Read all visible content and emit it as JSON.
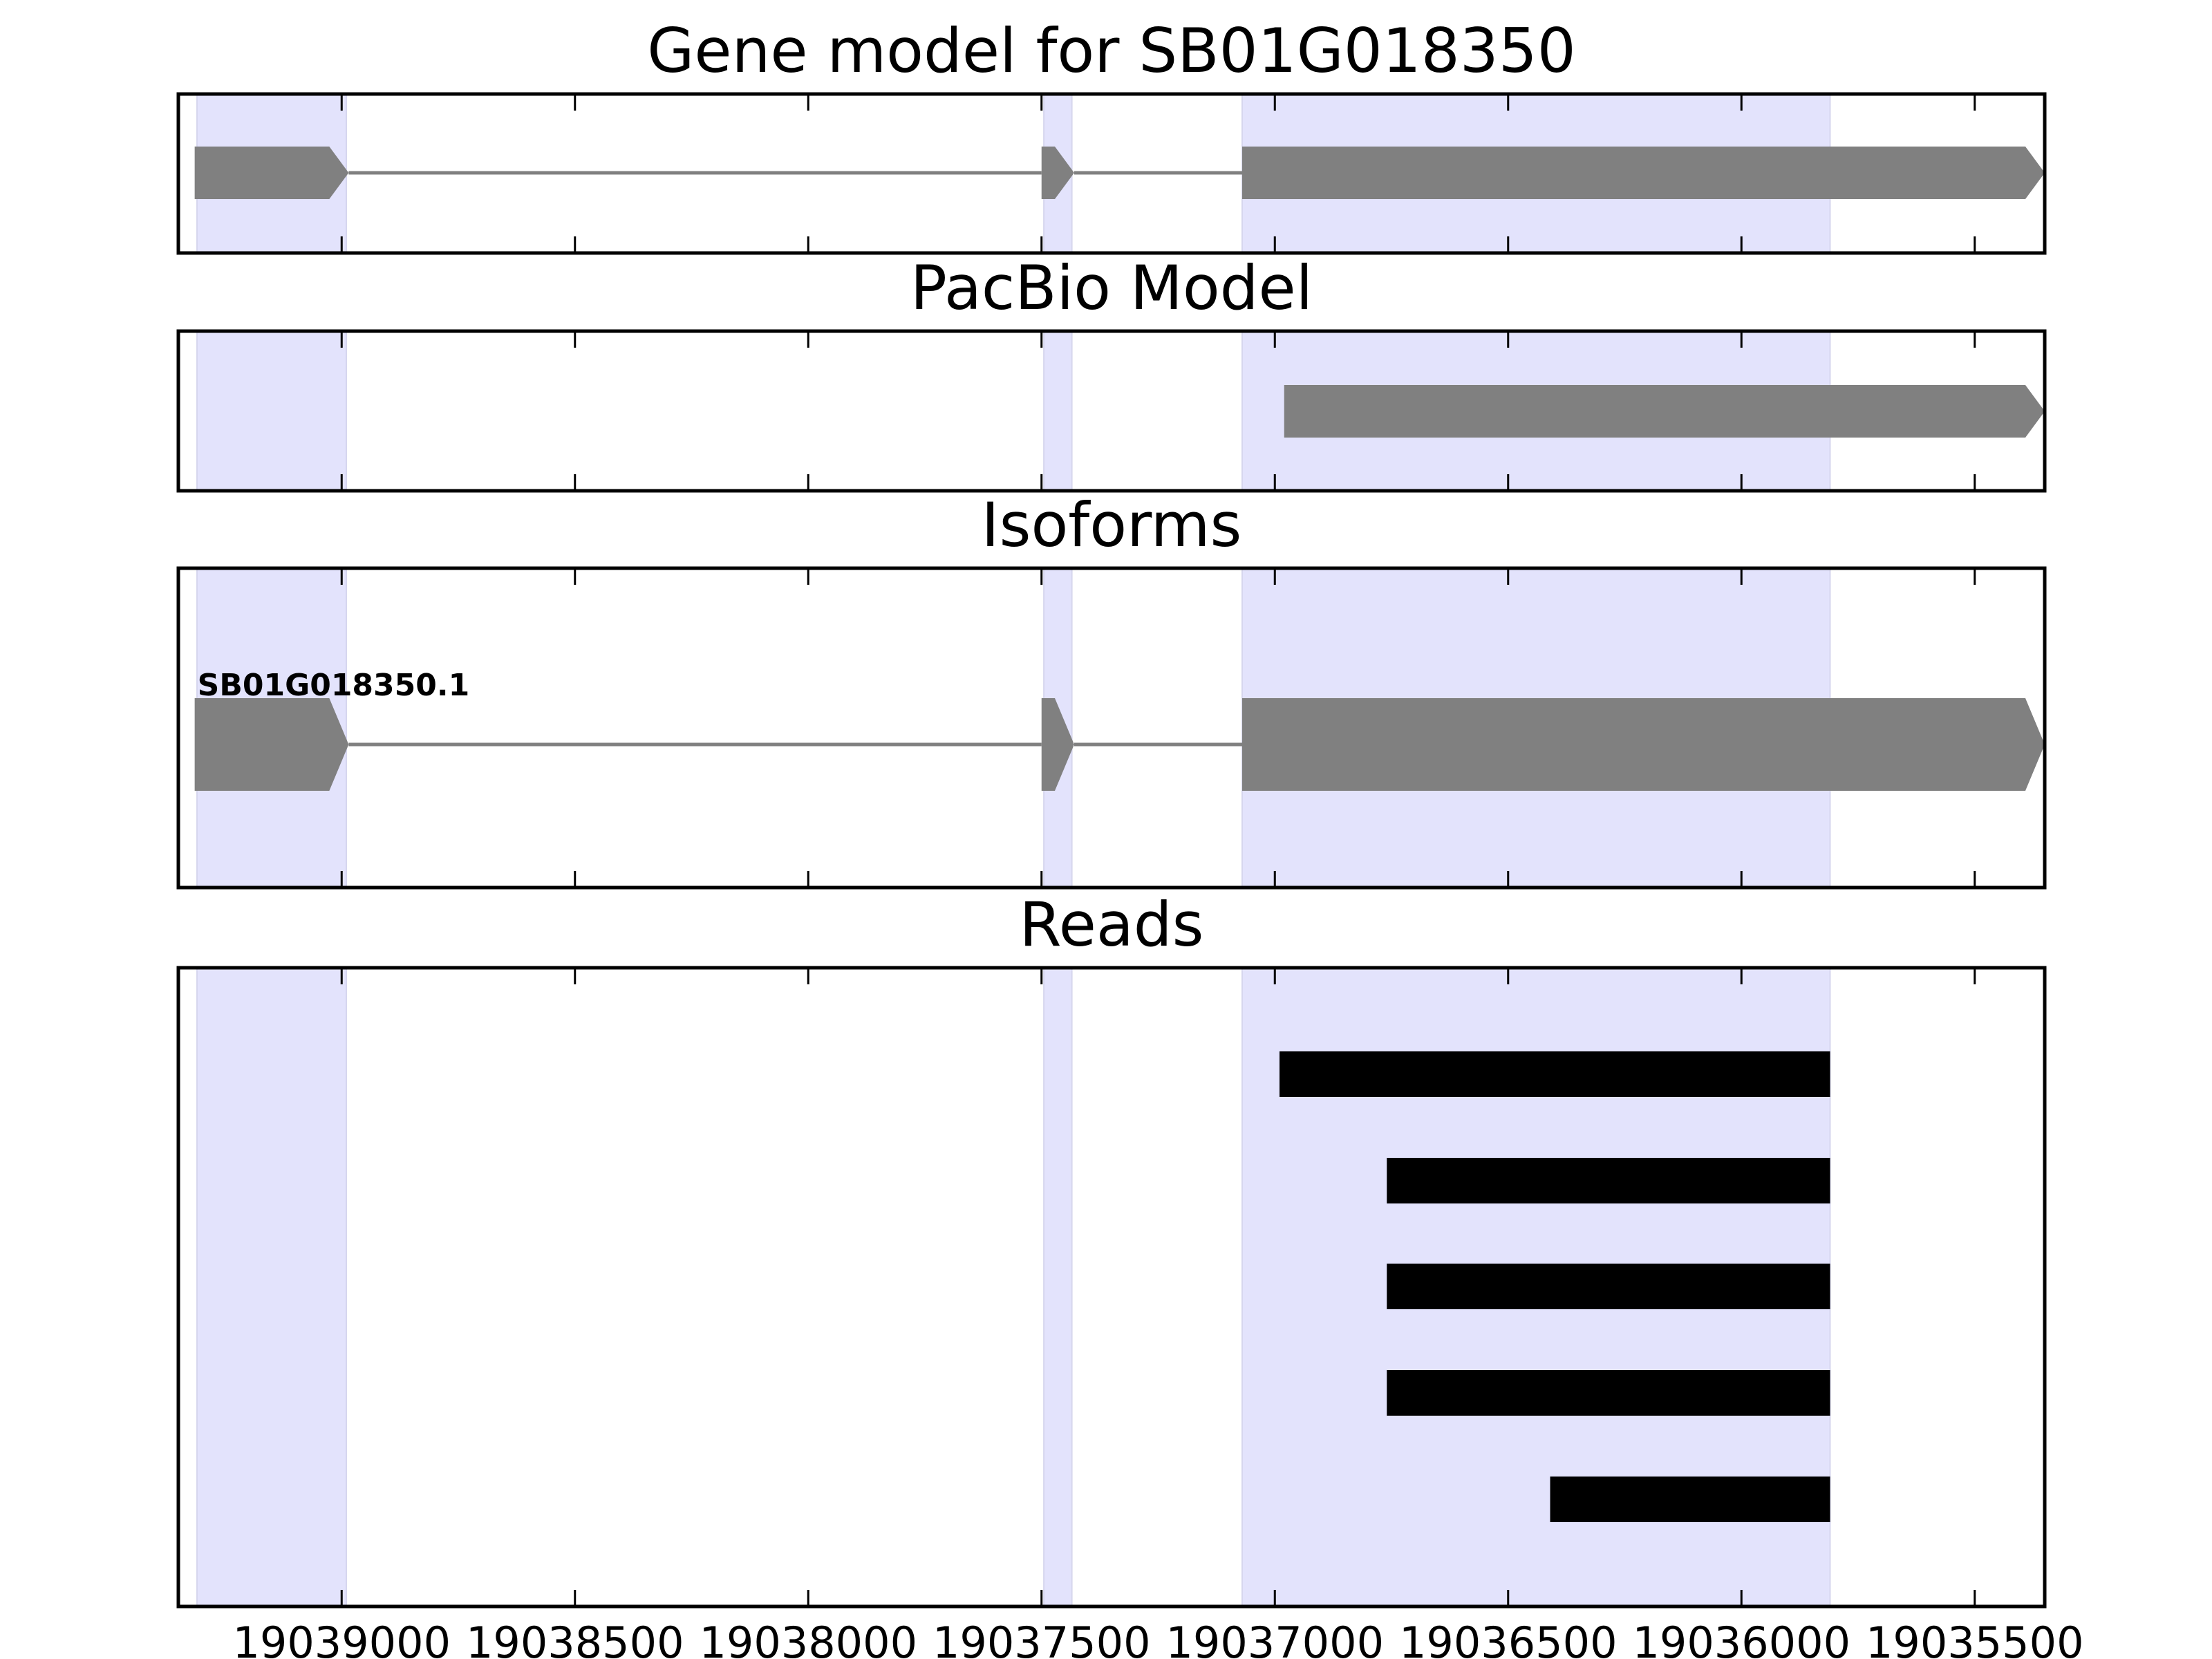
{
  "chart_data": {
    "type": "gene_model",
    "x_domain": [
      19039350,
      19035350
    ],
    "x_ticks": [
      19039000,
      19038500,
      19038000,
      19037500,
      19037000,
      19036500,
      19036000,
      19035500
    ],
    "x_tick_labels": [
      "19039000",
      "19038500",
      "19038000",
      "19037500",
      "19037000",
      "19036500",
      "19036000",
      "19035500"
    ],
    "highlight_regions": [
      [
        19039310,
        19038990
      ],
      [
        19037495,
        19037435
      ],
      [
        19037070,
        19035810
      ]
    ],
    "colors": {
      "highlight": "#e3e3fc",
      "feature": "#808080",
      "read": "#000000",
      "frame": "#000000"
    },
    "panels": [
      {
        "title": "Gene model for SB01G018350",
        "type": "gene",
        "exons": [
          [
            19039315,
            19038985
          ],
          [
            19037500,
            19037430
          ],
          [
            19037070,
            19035350
          ]
        ],
        "strand": "-"
      },
      {
        "title": "PacBio Model",
        "type": "gene",
        "exons": [
          [
            19036980,
            19035350
          ]
        ],
        "strand": "-"
      },
      {
        "title": "Isoforms",
        "type": "gene",
        "isoforms": [
          {
            "label": "SB01G018350.1",
            "exons": [
              [
                19039315,
                19038985
              ],
              [
                19037500,
                19037430
              ],
              [
                19037070,
                19035350
              ]
            ],
            "strand": "-"
          }
        ]
      },
      {
        "title": "Reads",
        "type": "reads",
        "reads": [
          [
            19036990,
            19035810
          ],
          [
            19036760,
            19035810
          ],
          [
            19036760,
            19035810
          ],
          [
            19036760,
            19035810
          ],
          [
            19036410,
            19035810
          ]
        ]
      }
    ]
  }
}
